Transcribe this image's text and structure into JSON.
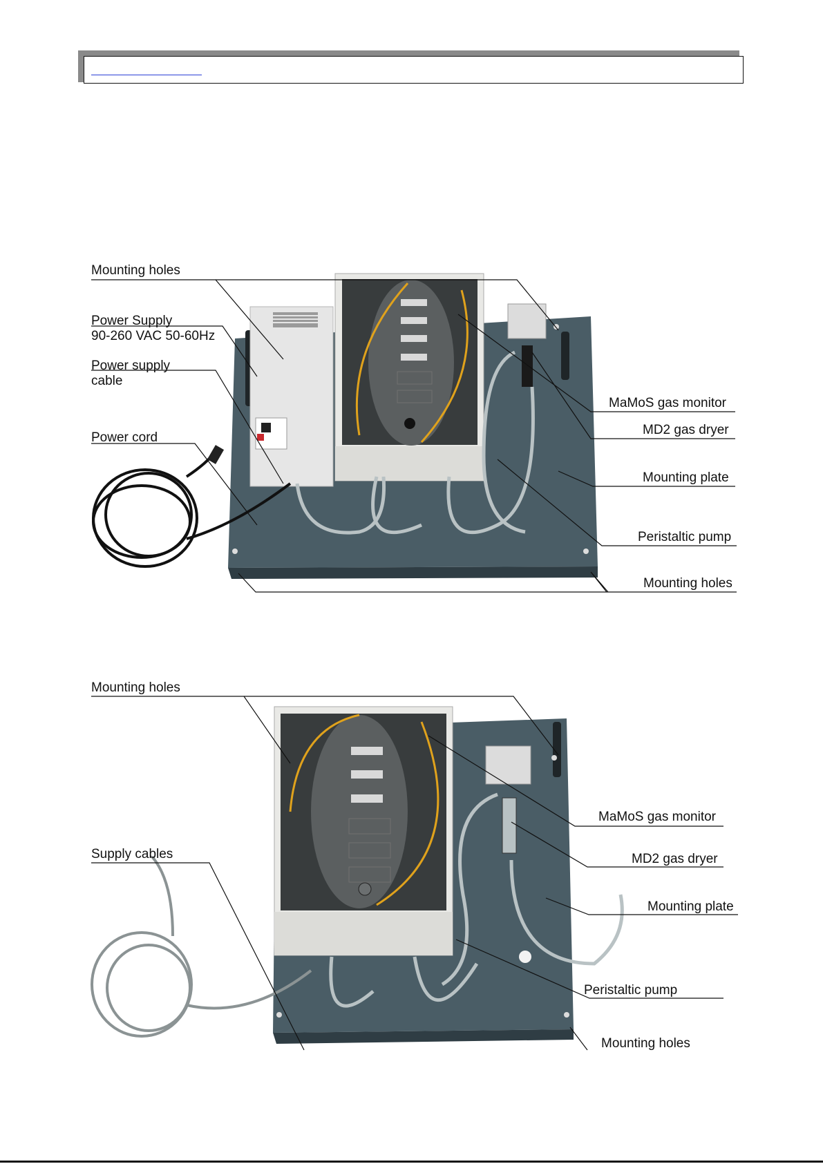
{
  "figure1": {
    "labels": {
      "mounting_holes_top": "Mounting holes",
      "power_supply_1": "Power Supply",
      "power_supply_2": "90-260 VAC 50-60Hz",
      "power_supply_cable_1": "Power supply",
      "power_supply_cable_2": "cable",
      "power_cord": "Power cord",
      "gas_monitor": "MaMoS gas monitor",
      "gas_dryer": "MD2 gas dryer",
      "mounting_plate": "Mounting plate",
      "peristaltic_pump": "Peristaltic pump",
      "mounting_holes_bottom": "Mounting holes"
    }
  },
  "figure2": {
    "labels": {
      "mounting_holes_top": "Mounting holes",
      "supply_cables": "Supply cables",
      "gas_monitor": "MaMoS gas monitor",
      "gas_dryer": "MD2 gas dryer",
      "mounting_plate": "Mounting plate",
      "peristaltic_pump": "Peristaltic pump",
      "mounting_holes_bottom": "Mounting holes"
    }
  },
  "colors": {
    "plate": "#4a5d66",
    "enclosure": "#e7e7e4",
    "panel": "#3b3f40",
    "accent": "#e0a21c"
  }
}
